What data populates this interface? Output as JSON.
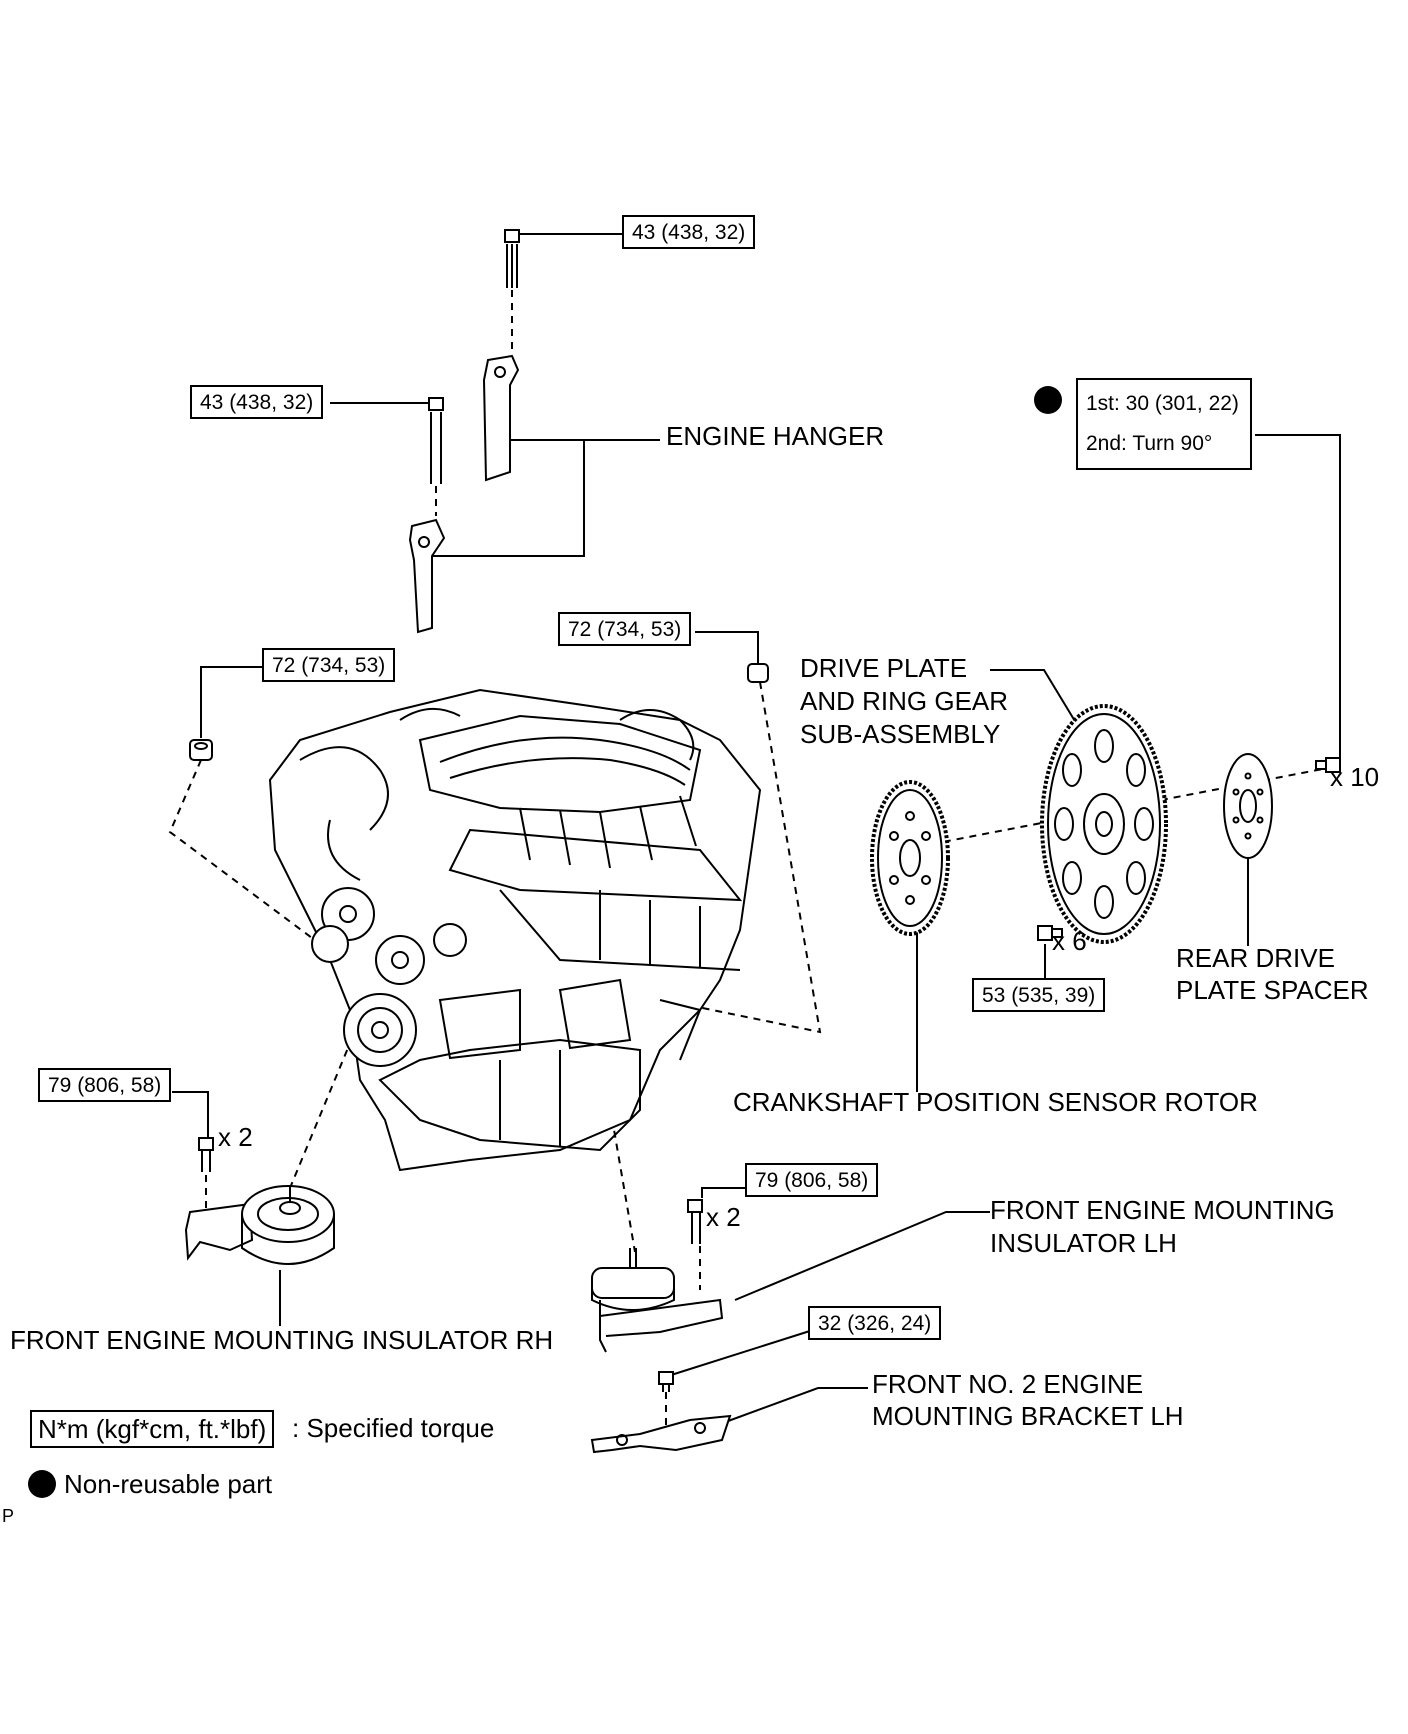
{
  "labels": {
    "engine_hanger": "ENGINE HANGER",
    "drive_plate": [
      "DRIVE PLATE",
      "AND RING GEAR",
      "SUB-ASSEMBLY"
    ],
    "rear_drive_plate_spacer": [
      "REAR DRIVE",
      "PLATE SPACER"
    ],
    "crankshaft_rotor": "CRANKSHAFT POSITION SENSOR ROTOR",
    "insulator_lh": [
      "FRONT ENGINE MOUNTING",
      "INSULATOR LH"
    ],
    "insulator_rh": "FRONT ENGINE MOUNTING INSULATOR RH",
    "bracket_lh": [
      "FRONT NO. 2 ENGINE",
      "MOUNTING BRACKET LH"
    ]
  },
  "torques": {
    "hanger_upper": "43 (438, 32)",
    "hanger_lower": "43 (438, 32)",
    "nut_left": "72 (734, 53)",
    "nut_right": "72 (734, 53)",
    "drive_plate_bolt_1st": "1st: 30 (301, 22)",
    "drive_plate_bolt_2nd": "2nd: Turn 90°",
    "rotor_bolt": "53 (535, 39)",
    "rh_insulator_bolt": "79 (806, 58)",
    "lh_insulator_bolt": "79 (806, 58)",
    "bracket_bolt": "32 (326, 24)"
  },
  "quantities": {
    "drive_plate_bolts": "x 10",
    "rotor_bolts": "x 6",
    "rh_bolts": "x 2",
    "lh_bolts": "x 2"
  },
  "legend": {
    "torque_box": "N*m (kgf*cm, ft.*lbf)",
    "torque_text": ": Specified torque",
    "nonreusable_text": "Non-reusable part"
  },
  "page_code": "P"
}
